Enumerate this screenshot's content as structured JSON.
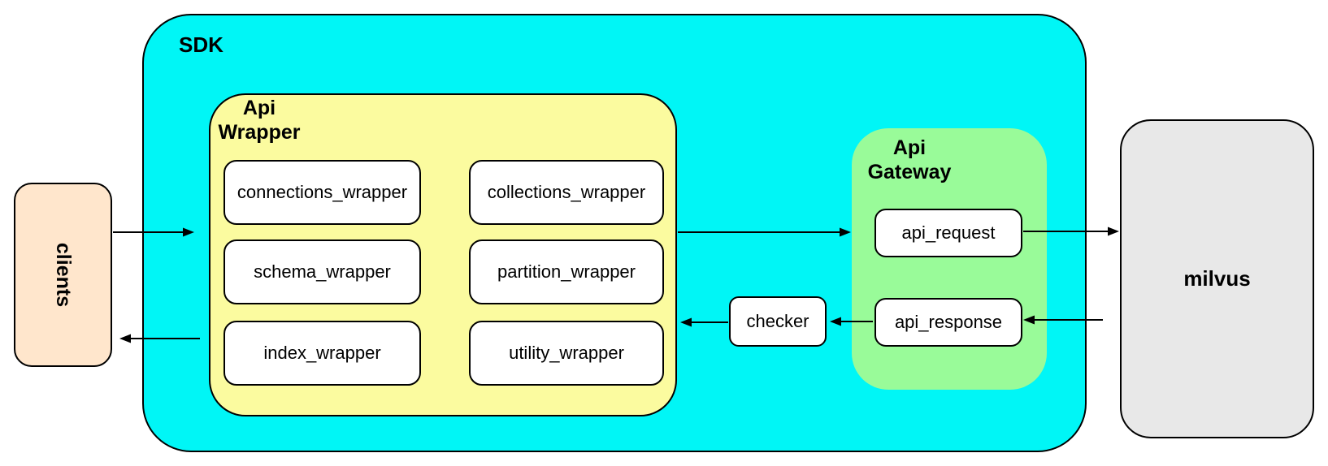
{
  "diagram": {
    "clients": {
      "label": "clients",
      "fill": "#FFE6CC"
    },
    "sdk": {
      "label": "SDK",
      "fill": "#00F6F6"
    },
    "api_wrapper": {
      "label": "Api\nWrapper",
      "fill": "#FBFB9F",
      "boxes": [
        "connections_wrapper",
        "collections_wrapper",
        "schema_wrapper",
        "partition_wrapper",
        "index_wrapper",
        "utility_wrapper"
      ]
    },
    "checker": {
      "label": "checker"
    },
    "api_gateway": {
      "label": "Api\nGateway",
      "fill": "#99FB99",
      "boxes": [
        "api_request",
        "api_response"
      ]
    },
    "milvus": {
      "label": "milvus",
      "fill": "#E8E8E8"
    }
  }
}
